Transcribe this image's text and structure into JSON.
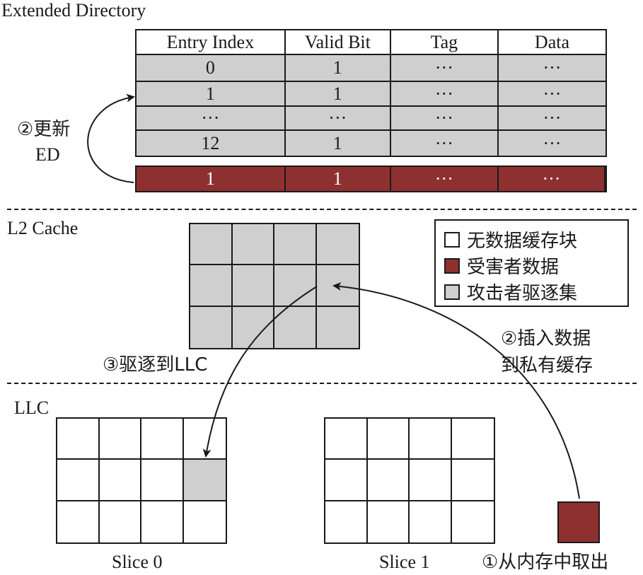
{
  "extended_directory": {
    "title": "Extended Directory",
    "headers": [
      "Entry Index",
      "Valid Bit",
      "Tag",
      "Data"
    ],
    "rows": [
      [
        "0",
        "1",
        "···",
        "···"
      ],
      [
        "1",
        "1",
        "···",
        "···"
      ],
      [
        "···",
        "···",
        "···",
        "···"
      ],
      [
        "12",
        "1",
        "···",
        "···"
      ]
    ],
    "new_entry": [
      "1",
      "1",
      "···",
      "···"
    ],
    "update_label_line1": "②更新",
    "update_label_line2": "ED"
  },
  "l2": {
    "label": "L2 Cache"
  },
  "llc": {
    "label": "LLC",
    "slice0_label": "Slice 0",
    "slice1_label": "Slice 1"
  },
  "legend": {
    "items": [
      {
        "label": "无数据缓存块",
        "color": "#ffffff"
      },
      {
        "label": "受害者数据",
        "color": "#8e3030"
      },
      {
        "label": "攻击者驱逐集",
        "color": "#cfcfcf"
      }
    ]
  },
  "annotations": {
    "evict": "③驱逐到LLC",
    "insert_line1": "②插入数据",
    "insert_line2": "到私有缓存",
    "fetch": "①从内存中取出"
  },
  "colors": {
    "victim": "#8e3030",
    "attacker": "#cfcfcf",
    "empty": "#ffffff"
  }
}
